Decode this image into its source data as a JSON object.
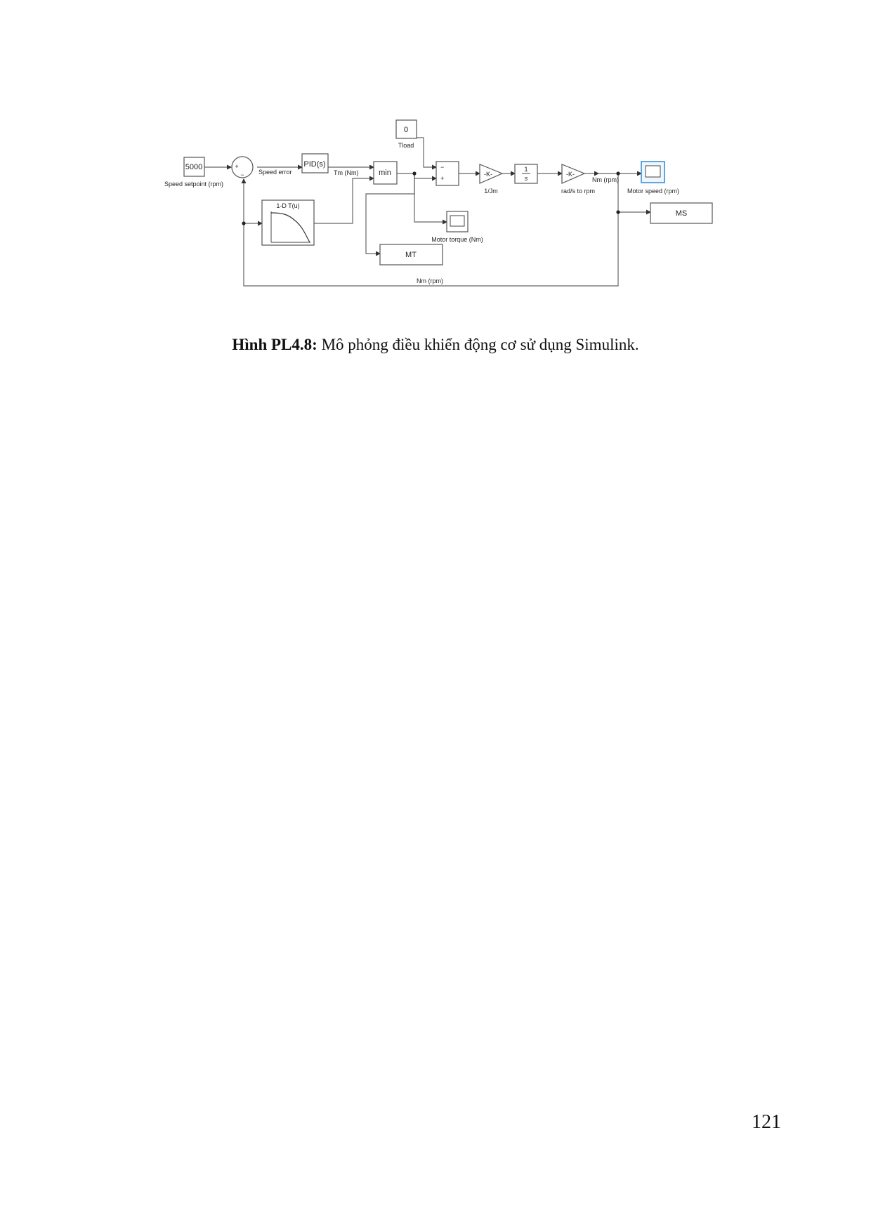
{
  "figure": {
    "blocks": {
      "setpoint_value": "5000",
      "setpoint_label": "Speed setpoint (rpm)",
      "sum1_plus": "+",
      "sum1_minus": "−",
      "speed_error_label": "Speed error",
      "pid_label": "PID(s)",
      "tm_label": "Tm (Nm)",
      "lookup_title": "1-D T(u)",
      "min_label": "min",
      "tload_value": "0",
      "tload_label": "Tload",
      "sum2_minus": "−",
      "sum2_plus": "+",
      "gain1_label": "-K-",
      "gain1_name": "1/Jm",
      "integrator_num": "1",
      "integrator_den": "s",
      "gain2_label": "-K-",
      "gain2_name": "rad/s to rpm",
      "nm_label_top": "Nm (rpm)",
      "scope_speed_label": "Motor speed (rpm)",
      "scope_torque_label": "Motor torque (Nm)",
      "mt_label": "MT",
      "ms_label": "MS",
      "feedback_label": "Nm (rpm)"
    }
  },
  "caption": {
    "prefix": "Hình PL4.8:",
    "text": " Mô phỏng điều khiển động cơ sử dụng Simulink."
  },
  "page_number": "121"
}
